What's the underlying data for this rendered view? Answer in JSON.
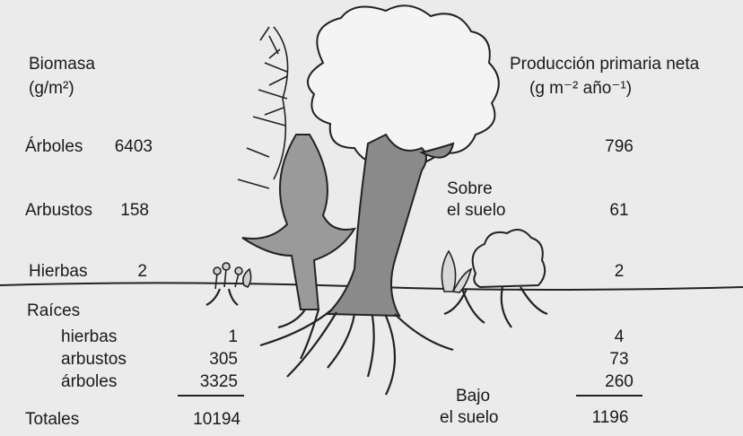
{
  "left": {
    "heading_line1": "Biomasa",
    "heading_line2": "(g/m²)",
    "rows": [
      {
        "label": "Árboles",
        "value": "6403"
      },
      {
        "label": "Arbustos",
        "value": "158"
      },
      {
        "label": "Hierbas",
        "value": "2"
      }
    ],
    "roots_label": "Raíces",
    "root_rows": [
      {
        "label": "hierbas",
        "value": "1"
      },
      {
        "label": "arbustos",
        "value": "305"
      },
      {
        "label": "árboles",
        "value": "3325"
      }
    ],
    "total_label": "Totales",
    "total_value": "10194"
  },
  "right": {
    "heading_line1": "Producción primaria neta",
    "heading_line2": "(g m⁻² año⁻¹)",
    "above_line1": "Sobre",
    "above_line2": "el suelo",
    "below_line1": "Bajo",
    "below_line2": "el suelo",
    "values_above": [
      "796",
      "61",
      "2"
    ],
    "values_below": [
      "4",
      "73",
      "260"
    ],
    "total_value": "1196"
  },
  "colors": {
    "background": "#ebebeb",
    "ink": "#1a1a1a",
    "bleed": "#c9c9c9"
  }
}
